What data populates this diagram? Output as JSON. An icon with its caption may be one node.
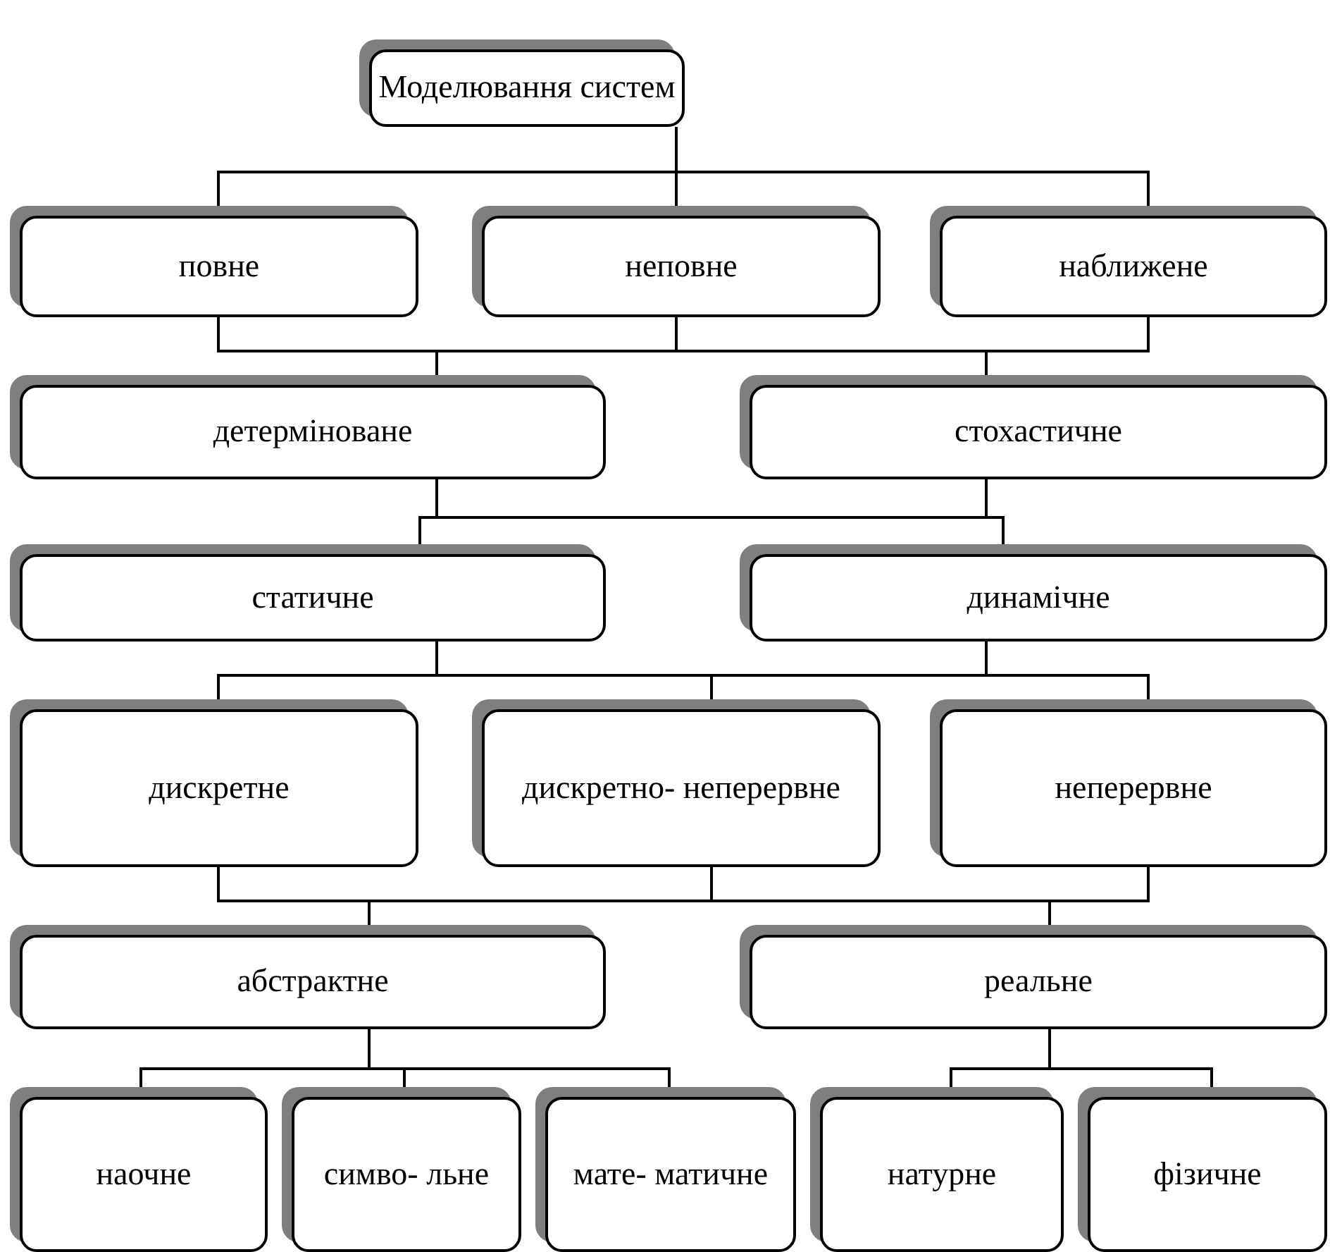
{
  "diagram": {
    "nodes": [
      {
        "text": [
          "Моделювання систем"
        ]
      },
      {
        "text": [
          "повне"
        ]
      },
      {
        "text": [
          "неповне"
        ]
      },
      {
        "text": [
          "наближене"
        ]
      },
      {
        "text": [
          "детерміноване"
        ]
      },
      {
        "text": [
          "стохастичне"
        ]
      },
      {
        "text": [
          "статичне"
        ]
      },
      {
        "text": [
          "динамічне"
        ]
      },
      {
        "text": [
          "дискретне"
        ]
      },
      {
        "text": [
          "дискретно- неперервне"
        ]
      },
      {
        "text": [
          "неперервне"
        ]
      },
      {
        "text": [
          "абстрактне"
        ]
      },
      {
        "text": [
          "реальне"
        ]
      },
      {
        "text": [
          "наочне"
        ]
      },
      {
        "text": [
          "симво- льне"
        ]
      },
      {
        "text": [
          "мате- матичне"
        ]
      },
      {
        "text": [
          "натурне"
        ]
      },
      {
        "text": [
          "фізичне"
        ]
      }
    ],
    "edges": [
      {
        "from": 0,
        "to": 1,
        "arrow": "none"
      },
      {
        "from": 0,
        "to": 2,
        "arrow": "none"
      },
      {
        "from": 0,
        "to": 3,
        "arrow": "none"
      },
      {
        "from": 1,
        "to": 4,
        "arrow": "none"
      },
      {
        "from": 1,
        "to": 5,
        "arrow": "none"
      },
      {
        "from": 2,
        "to": 4,
        "arrow": "none"
      },
      {
        "from": 2,
        "to": 5,
        "arrow": "none"
      },
      {
        "from": 3,
        "to": 4,
        "arrow": "none"
      },
      {
        "from": 3,
        "to": 5,
        "arrow": "none"
      },
      {
        "from": 4,
        "to": 6,
        "arrow": "none"
      },
      {
        "from": 4,
        "to": 7,
        "arrow": "none"
      },
      {
        "from": 5,
        "to": 6,
        "arrow": "none"
      },
      {
        "from": 5,
        "to": 7,
        "arrow": "none"
      },
      {
        "from": 6,
        "to": 8,
        "arrow": "none"
      },
      {
        "from": 6,
        "to": 9,
        "arrow": "none"
      },
      {
        "from": 6,
        "to": 10,
        "arrow": "none"
      },
      {
        "from": 7,
        "to": 8,
        "arrow": "none"
      },
      {
        "from": 7,
        "to": 9,
        "arrow": "none"
      },
      {
        "from": 7,
        "to": 10,
        "arrow": "none"
      },
      {
        "from": 8,
        "to": 11,
        "arrow": "none"
      },
      {
        "from": 8,
        "to": 12,
        "arrow": "none"
      },
      {
        "from": 9,
        "to": 11,
        "arrow": "none"
      },
      {
        "from": 9,
        "to": 12,
        "arrow": "none"
      },
      {
        "from": 10,
        "to": 11,
        "arrow": "none"
      },
      {
        "from": 10,
        "to": 12,
        "arrow": "none"
      },
      {
        "from": 11,
        "to": 13,
        "arrow": "none"
      },
      {
        "from": 11,
        "to": 14,
        "arrow": "none"
      },
      {
        "from": 11,
        "to": 15,
        "arrow": "none"
      },
      {
        "from": 12,
        "to": 16,
        "arrow": "none"
      },
      {
        "from": 12,
        "to": 17,
        "arrow": "none"
      }
    ]
  }
}
